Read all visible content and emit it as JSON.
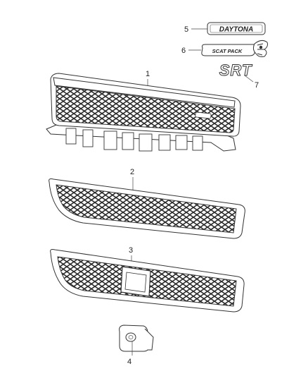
{
  "callouts": [
    {
      "id": "1",
      "label": "1"
    },
    {
      "id": "2",
      "label": "2"
    },
    {
      "id": "3",
      "label": "3"
    },
    {
      "id": "4",
      "label": "4"
    },
    {
      "id": "5",
      "label": "5"
    },
    {
      "id": "6",
      "label": "6"
    },
    {
      "id": "7",
      "label": "7"
    }
  ],
  "badges": {
    "daytona": "DAYTONA",
    "scatpack": "SCAT PACK",
    "srt": "SRT"
  },
  "colors": {
    "line": "#333333",
    "mesh": "#2a2a2a",
    "background": "#ffffff"
  }
}
